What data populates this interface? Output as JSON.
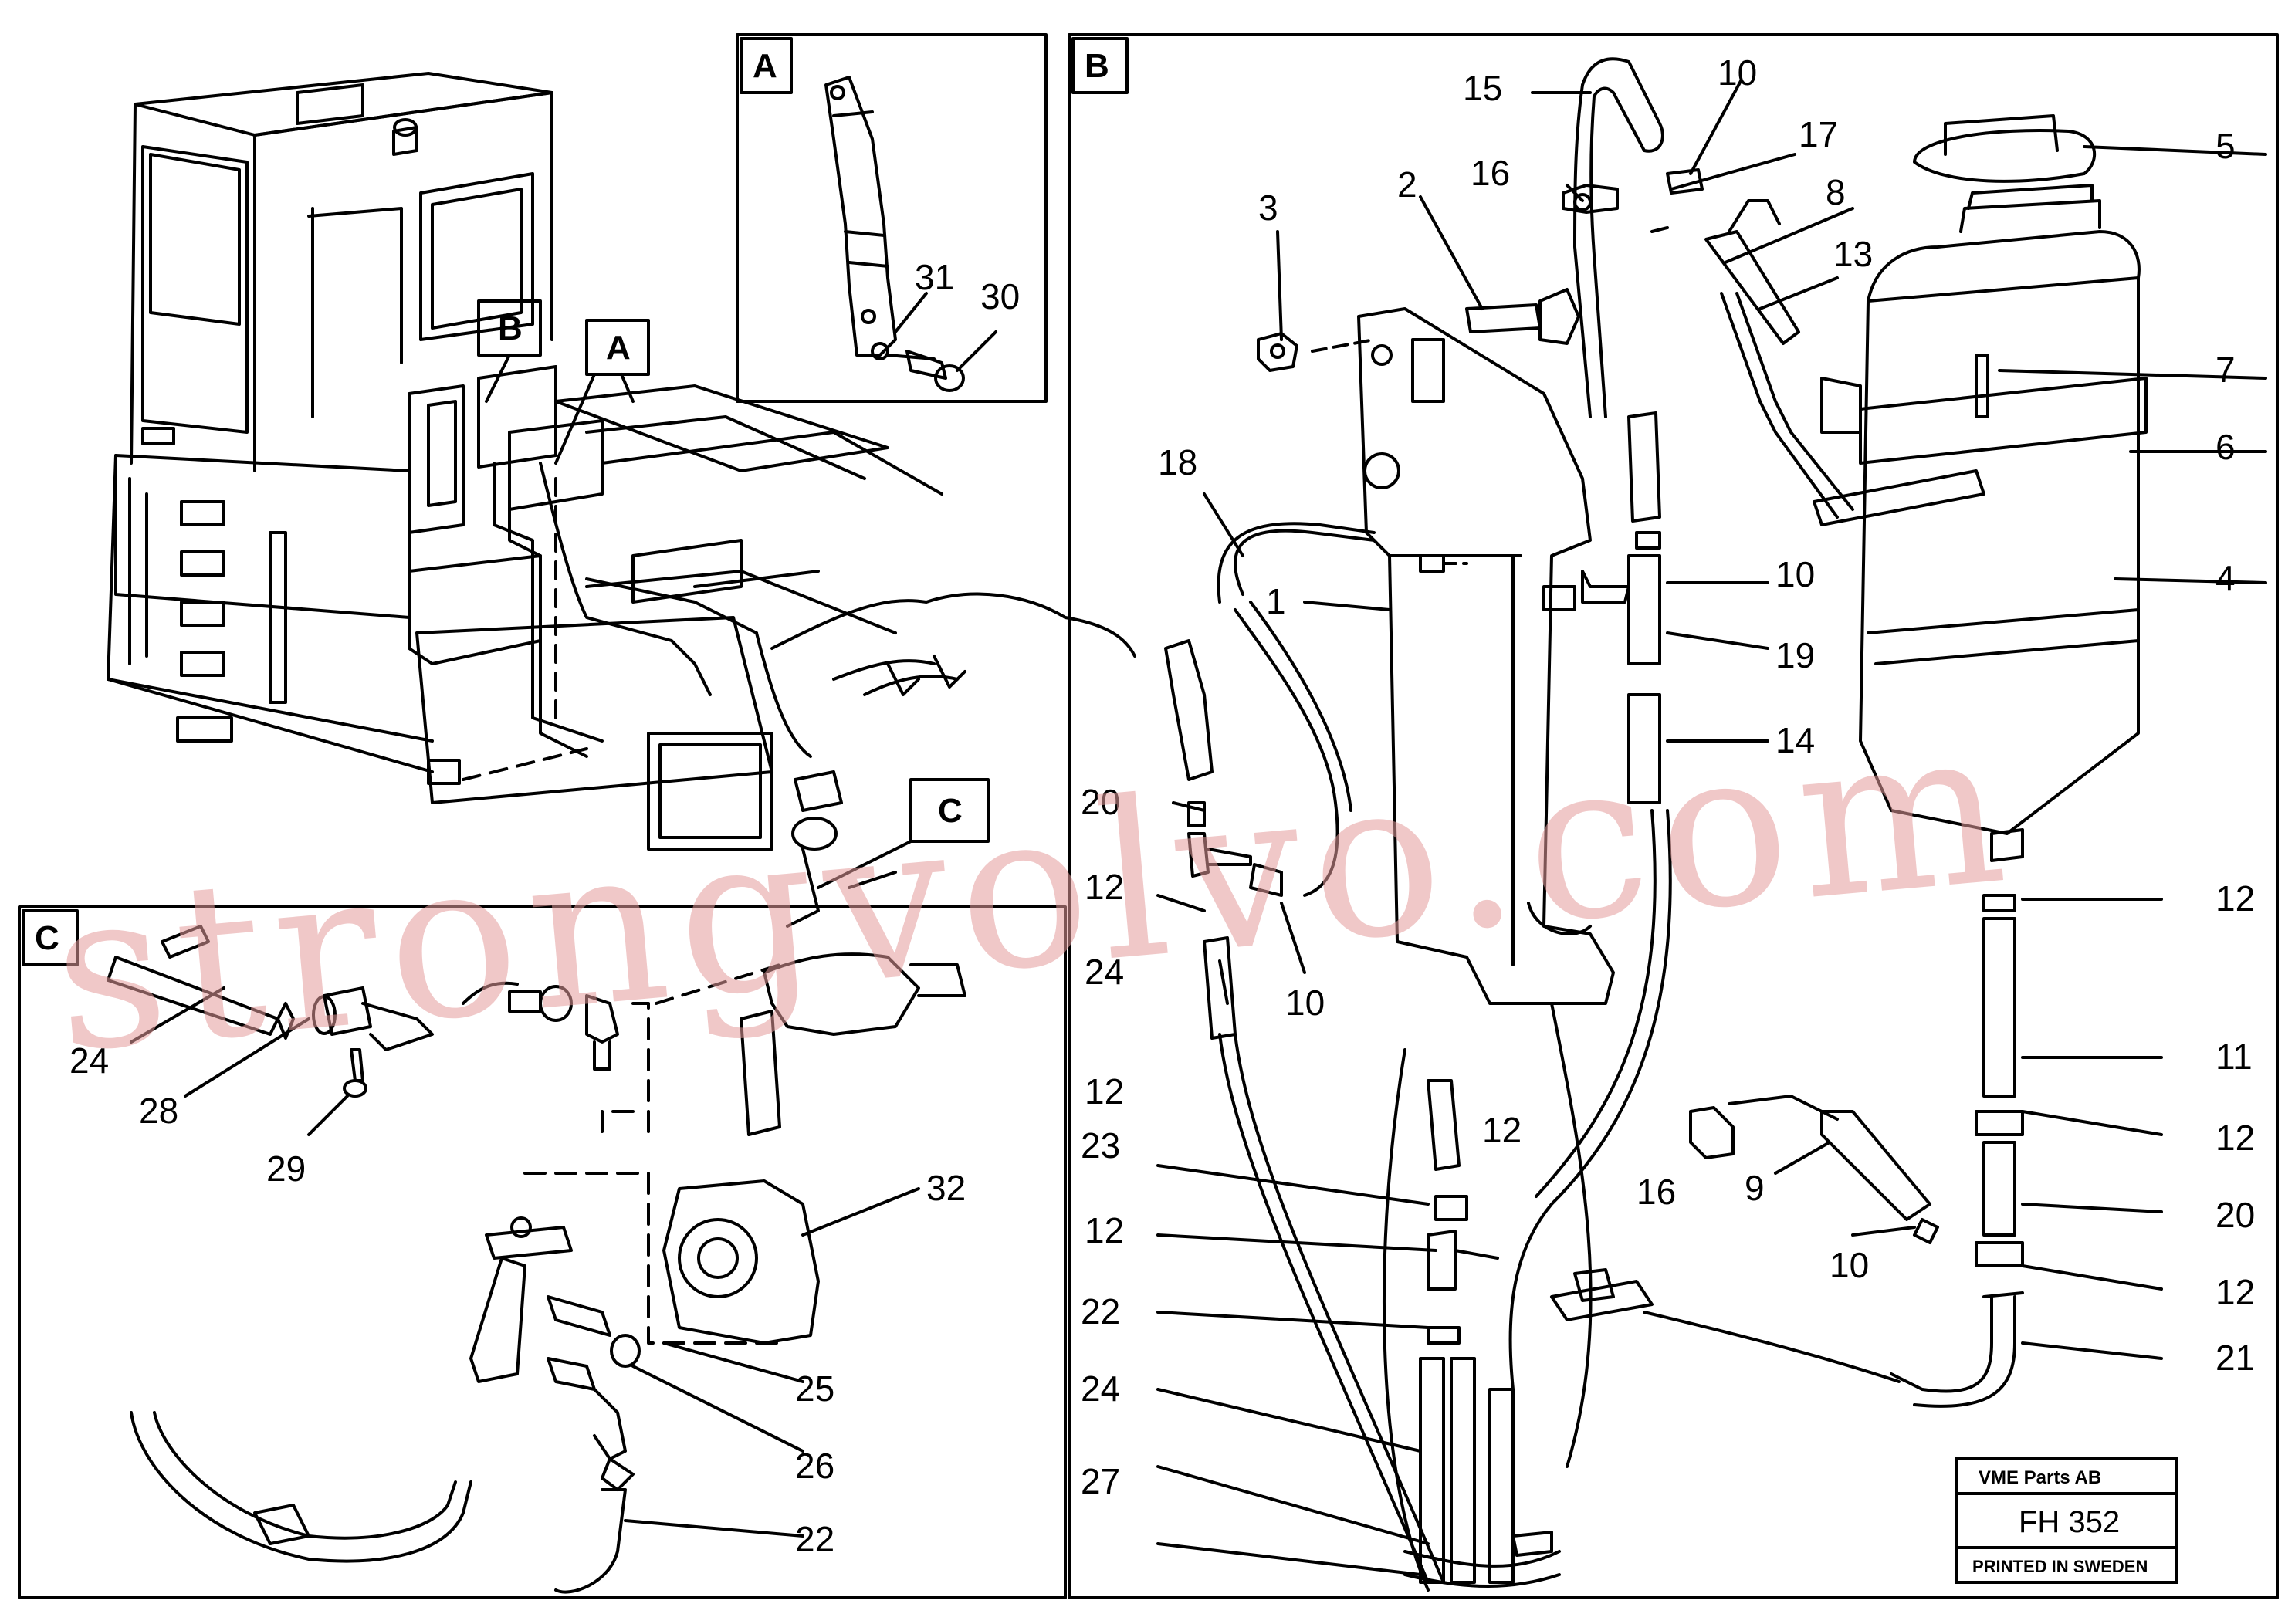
{
  "panels": {
    "A": "A",
    "B": "B",
    "C": "C"
  },
  "callouts": {
    "overview": {
      "B": "B",
      "A": "A",
      "C": "C"
    },
    "panel_a": [
      "31",
      "30"
    ],
    "panel_b": [
      "15",
      "10",
      "17",
      "16",
      "8",
      "3",
      "2",
      "13",
      "5",
      "7",
      "6",
      "18",
      "1",
      "10",
      "19",
      "4",
      "14",
      "20",
      "12",
      "24",
      "10",
      "12",
      "23",
      "12",
      "16",
      "9",
      "10",
      "12",
      "22",
      "24",
      "27",
      "12",
      "11",
      "12",
      "20",
      "12",
      "21"
    ],
    "panel_c": [
      "24",
      "28",
      "29",
      "32",
      "25",
      "26",
      "22"
    ]
  },
  "title_block": {
    "company": "VME Parts AB",
    "code": "FH 352",
    "printed": "PRINTED IN SWEDEN"
  },
  "watermark": "strongvolvo.com"
}
